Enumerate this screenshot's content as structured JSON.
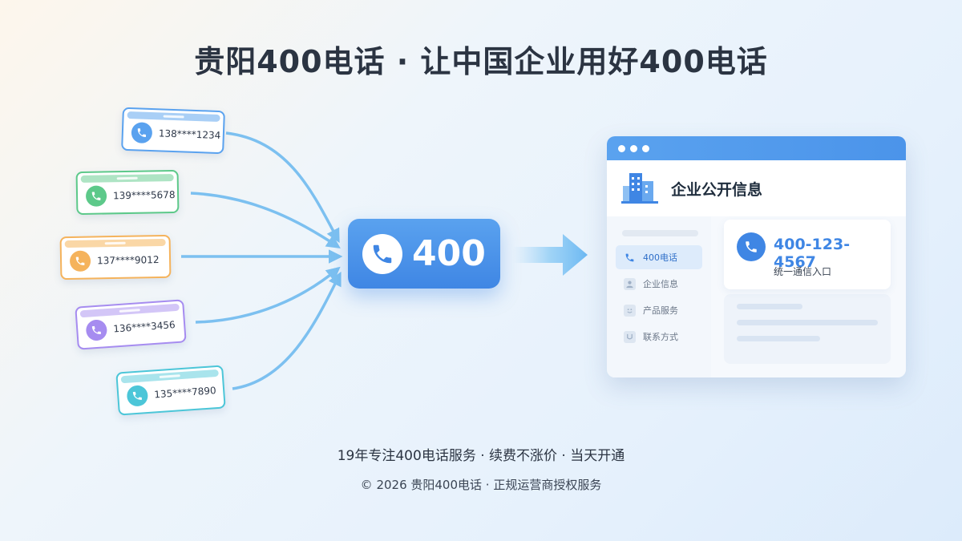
{
  "header": {
    "title": "贵阳400电话 · 让中国企业用好400电话"
  },
  "callers": [
    {
      "number": "138****1234",
      "color": "#5aa2ef",
      "icon": "phone-icon"
    },
    {
      "number": "139****5678",
      "color": "#5dc98a",
      "icon": "phone-icon"
    },
    {
      "number": "137****9012",
      "color": "#f5b35c",
      "icon": "phone-icon"
    },
    {
      "number": "136****3456",
      "color": "#a68cf0",
      "icon": "phone-icon"
    },
    {
      "number": "135****7890",
      "color": "#4cc6d8",
      "icon": "phone-icon"
    }
  ],
  "hub": {
    "label": "400",
    "icon": "phone-icon"
  },
  "window": {
    "title": "企业公开信息",
    "icon": "building-icon",
    "sidebar": [
      {
        "label": "400电话",
        "icon": "phone-icon",
        "active": true
      },
      {
        "label": "企业信息",
        "icon": "user-icon",
        "active": false
      },
      {
        "label": "产品服务",
        "icon": "smile-icon",
        "active": false
      },
      {
        "label": "联系方式",
        "icon": "contact-icon",
        "active": false
      }
    ],
    "phone_card": {
      "number": "400-123-4567",
      "label": "统一通信入口",
      "icon": "phone-icon"
    }
  },
  "colors": {
    "accent": "#3f86e4",
    "arrow": "#7cc0f0"
  },
  "tagline": "19年专注400电话服务 · 续费不涨价 · 当天开通",
  "footer": "© 2026 贵阳400电话 · 正规运营商授权服务"
}
